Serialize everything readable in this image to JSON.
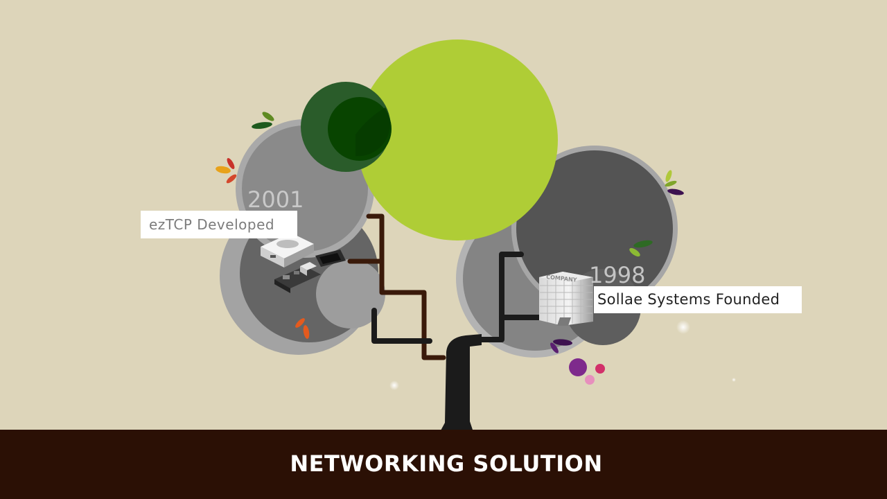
{
  "scene": {
    "milestones": [
      {
        "year": "2001",
        "caption": "ezTCP Developed"
      },
      {
        "year": "1998",
        "caption": "Sollae Systems Founded"
      }
    ],
    "building_sign": "COMPANY"
  },
  "footer": {
    "title": "NETWORKING SOLUTION"
  },
  "colors": {
    "background": "#ddd5ba",
    "footer": "#2b1005",
    "lime_canopy": "#afcd36",
    "dark_green_canopy": "#2a5c2a",
    "trunk": "#1b1b1b"
  }
}
